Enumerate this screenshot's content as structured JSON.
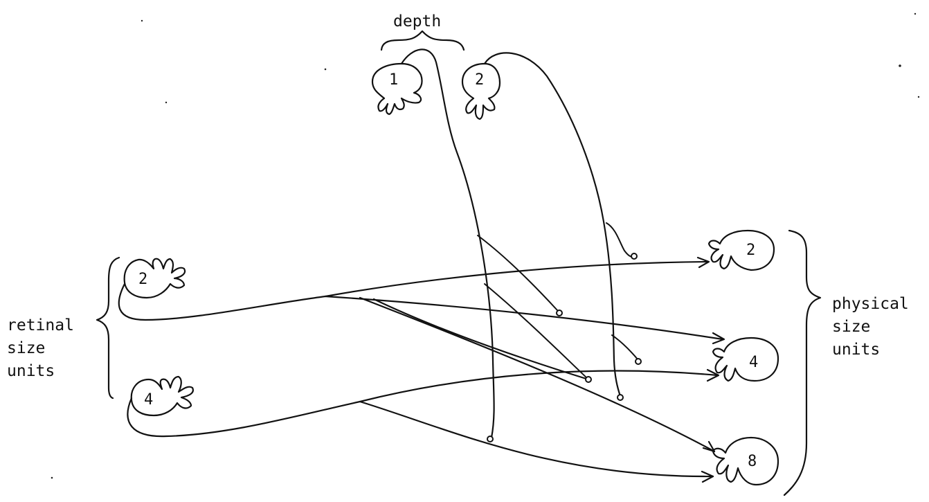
{
  "labels": {
    "depth": "depth",
    "retinal": [
      "retinal",
      "size",
      "units"
    ],
    "physical": [
      "physical",
      "size",
      "units"
    ]
  },
  "nodes": {
    "depth_1": "1",
    "depth_2": "2",
    "retinal_2": "2",
    "retinal_4": "4",
    "physical_2": "2",
    "physical_4": "4",
    "physical_8": "8"
  }
}
